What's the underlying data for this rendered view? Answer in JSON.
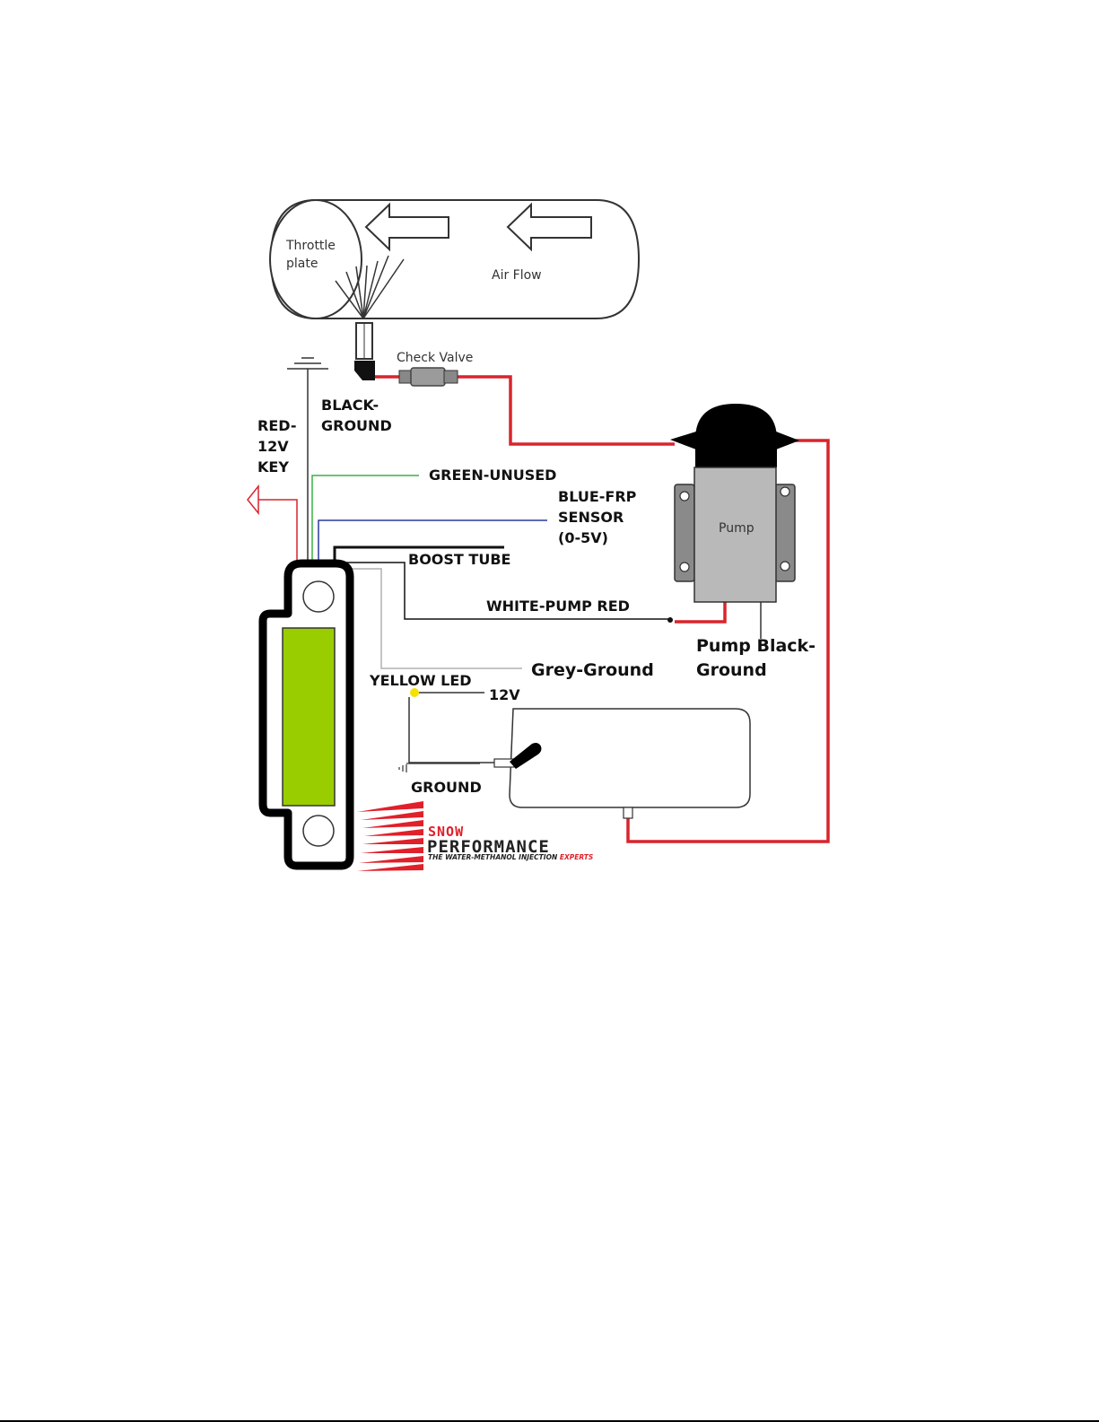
{
  "labels": {
    "throttle_1": "Throttle",
    "throttle_2": "plate",
    "air_flow": "Air Flow",
    "check_valve": "Check Valve",
    "black_ground_1": "BLACK-",
    "black_ground_2": "GROUND",
    "red_key_1": "RED-",
    "red_key_2": "12V",
    "red_key_3": "KEY",
    "green_unused": "GREEN-UNUSED",
    "blue_frp_1": "BLUE-FRP",
    "blue_frp_2": "SENSOR",
    "blue_frp_3": "(0-5V)",
    "boost_tube": "BOOST TUBE",
    "white_pump_red": "WHITE-PUMP RED",
    "pump": "Pump",
    "pump_black_1": "Pump Black-",
    "pump_black_2": "Ground",
    "grey_ground": "Grey-Ground",
    "yellow_led": "YELLOW LED",
    "v12": "12V",
    "ground": "GROUND"
  },
  "logo": {
    "line1": "SNOW",
    "line2": "PERFORMANCE",
    "tagline_a": "THE WATER-METHANOL INJECTION ",
    "tagline_b": "EXPERTS"
  },
  "colors": {
    "red_line": "#d9242b",
    "green_line": "#3cb043",
    "blue_line": "#2a3a9c",
    "grey_line": "#b0b0b0",
    "controller_screen": "#9acd00",
    "pump_body": "#b9b9b9",
    "pump_bracket": "#8a8a8a",
    "led": "#f5e000"
  }
}
